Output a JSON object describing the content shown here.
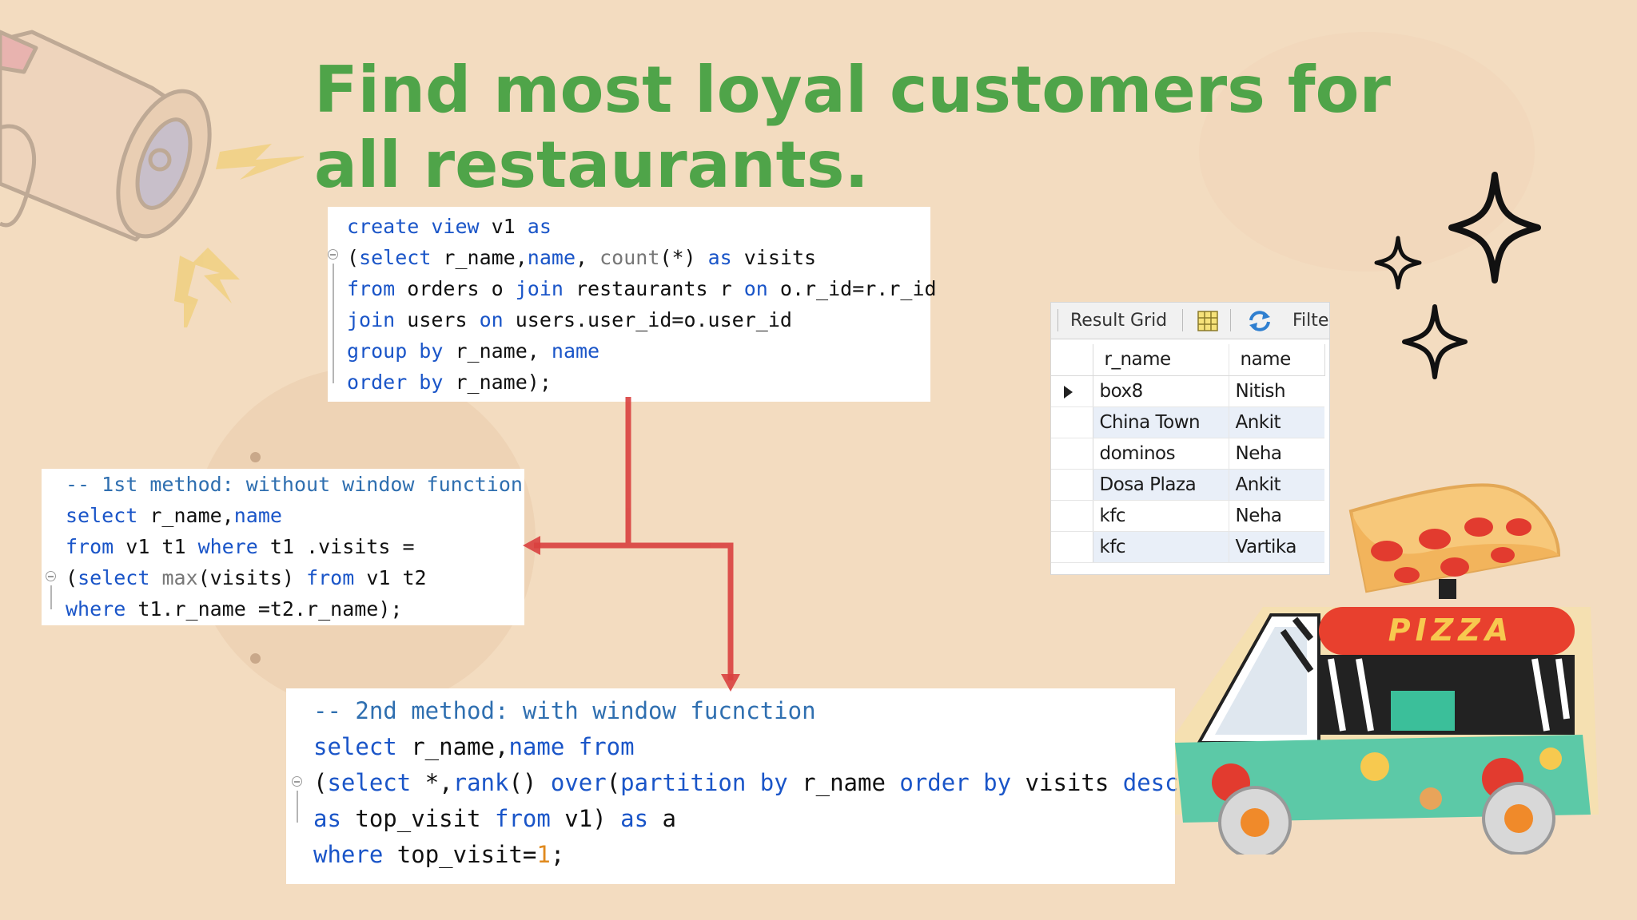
{
  "slide": {
    "title": "Find most loyal customers for all restaurants."
  },
  "code_block_1": {
    "lines": [
      [
        {
          "t": "create view",
          "c": "kw"
        },
        {
          "t": " v1 ",
          "c": ""
        },
        {
          "t": "as",
          "c": "kw"
        }
      ],
      [
        {
          "t": "(",
          "c": ""
        },
        {
          "t": "select",
          "c": "kw"
        },
        {
          "t": " r_name,",
          "c": ""
        },
        {
          "t": "name",
          "c": "kw"
        },
        {
          "t": ", ",
          "c": ""
        },
        {
          "t": "count",
          "c": "fn"
        },
        {
          "t": "(*) ",
          "c": ""
        },
        {
          "t": "as",
          "c": "kw"
        },
        {
          "t": " visits",
          "c": ""
        }
      ],
      [
        {
          "t": "from",
          "c": "kw"
        },
        {
          "t": " orders o ",
          "c": ""
        },
        {
          "t": "join",
          "c": "kw"
        },
        {
          "t": " restaurants r ",
          "c": ""
        },
        {
          "t": "on",
          "c": "kw"
        },
        {
          "t": " o.r_id=r.r_id",
          "c": ""
        }
      ],
      [
        {
          "t": "join",
          "c": "kw"
        },
        {
          "t": " users ",
          "c": ""
        },
        {
          "t": "on",
          "c": "kw"
        },
        {
          "t": " users.user_id=o.user_id",
          "c": ""
        }
      ],
      [
        {
          "t": "group by",
          "c": "kw"
        },
        {
          "t": " r_name, ",
          "c": ""
        },
        {
          "t": "name",
          "c": "kw"
        }
      ],
      [
        {
          "t": "order by",
          "c": "kw"
        },
        {
          "t": " r_name);",
          "c": ""
        }
      ]
    ]
  },
  "code_block_2": {
    "lines": [
      [
        {
          "t": "-- 1st method: without window function",
          "c": "cm"
        }
      ],
      [
        {
          "t": "select",
          "c": "kw"
        },
        {
          "t": " r_name,",
          "c": ""
        },
        {
          "t": "name",
          "c": "kw"
        }
      ],
      [
        {
          "t": "from",
          "c": "kw"
        },
        {
          "t": " v1 t1 ",
          "c": ""
        },
        {
          "t": "where",
          "c": "kw"
        },
        {
          "t": " t1 .visits =",
          "c": ""
        }
      ],
      [
        {
          "t": "(",
          "c": ""
        },
        {
          "t": "select",
          "c": "kw"
        },
        {
          "t": " ",
          "c": ""
        },
        {
          "t": "max",
          "c": "fn"
        },
        {
          "t": "(visits) ",
          "c": ""
        },
        {
          "t": "from",
          "c": "kw"
        },
        {
          "t": " v1 t2",
          "c": ""
        }
      ],
      [
        {
          "t": "where",
          "c": "kw"
        },
        {
          "t": " t1.r_name =t2.r_name);",
          "c": ""
        }
      ]
    ]
  },
  "code_block_3": {
    "lines": [
      [
        {
          "t": "-- 2nd method: with window fucnction",
          "c": "cm"
        }
      ],
      [
        {
          "t": "select",
          "c": "kw"
        },
        {
          "t": " r_name,",
          "c": ""
        },
        {
          "t": "name",
          "c": "kw"
        },
        {
          "t": " ",
          "c": ""
        },
        {
          "t": "from",
          "c": "kw"
        }
      ],
      [
        {
          "t": "(",
          "c": ""
        },
        {
          "t": "select",
          "c": "kw"
        },
        {
          "t": " *,",
          "c": ""
        },
        {
          "t": "rank",
          "c": "kw"
        },
        {
          "t": "() ",
          "c": ""
        },
        {
          "t": "over",
          "c": "kw"
        },
        {
          "t": "(",
          "c": ""
        },
        {
          "t": "partition by",
          "c": "kw"
        },
        {
          "t": " r_name ",
          "c": ""
        },
        {
          "t": "order by",
          "c": "kw"
        },
        {
          "t": " visits ",
          "c": ""
        },
        {
          "t": "desc",
          "c": "kw"
        },
        {
          "t": ")",
          "c": ""
        }
      ],
      [
        {
          "t": "as",
          "c": "kw"
        },
        {
          "t": " top_visit ",
          "c": ""
        },
        {
          "t": "from",
          "c": "kw"
        },
        {
          "t": " v1) ",
          "c": ""
        },
        {
          "t": "as",
          "c": "kw"
        },
        {
          "t": " a",
          "c": ""
        }
      ],
      [
        {
          "t": "where",
          "c": "kw"
        },
        {
          "t": " top_visit=",
          "c": ""
        },
        {
          "t": "1",
          "c": "num"
        },
        {
          "t": ";",
          "c": ""
        }
      ]
    ]
  },
  "result_grid": {
    "toolbar_label": "Result Grid",
    "filter_label": "Filter",
    "columns": [
      "r_name",
      "name"
    ],
    "rows": [
      [
        "box8",
        "Nitish"
      ],
      [
        "China Town",
        "Ankit"
      ],
      [
        "dominos",
        "Neha"
      ],
      [
        "Dosa Plaza",
        "Ankit"
      ],
      [
        "kfc",
        "Neha"
      ],
      [
        "kfc",
        "Vartika"
      ]
    ]
  },
  "illustration": {
    "truck_sign": "PIZZA"
  },
  "colors": {
    "title": "#4fa449",
    "keyword": "#1a55c8",
    "arrow": "#d9403f",
    "background": "#f3dcc0"
  }
}
